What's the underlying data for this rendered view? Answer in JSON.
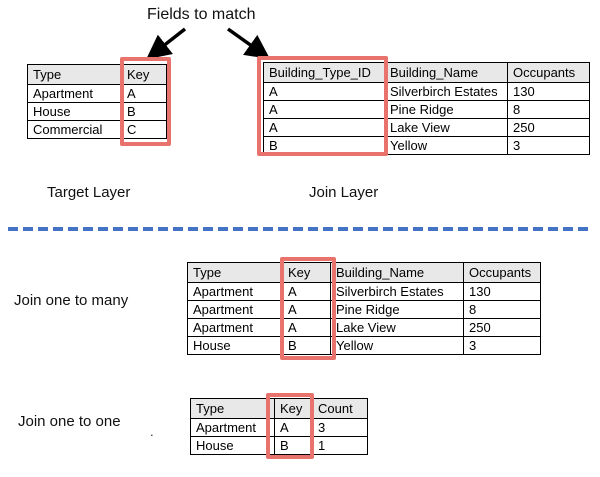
{
  "labels": {
    "fields_to_match": "Fields to match",
    "target_layer": "Target Layer",
    "join_layer": "Join Layer",
    "join_one_to_many": "Join one to many",
    "join_one_to_one": "Join one to one",
    "stray_mark": "."
  },
  "colors": {
    "highlight_red": "#e8736c",
    "header_gray": "#e8e8e8",
    "divider_blue": "#4472c4",
    "table_border": "#000000"
  },
  "tables": {
    "target": {
      "name": "Target Layer table",
      "headers": [
        "Type",
        "Key"
      ],
      "rows": [
        [
          "Apartment",
          "A"
        ],
        [
          "House",
          "B"
        ],
        [
          "Commercial",
          "C"
        ]
      ],
      "highlighted_column": "Key"
    },
    "join": {
      "name": "Join Layer table",
      "headers": [
        "Building_Type_ID",
        "Building_Name",
        "Occupants"
      ],
      "rows": [
        [
          "A",
          "Silverbirch Estates",
          "130"
        ],
        [
          "A",
          "Pine Ridge",
          "8"
        ],
        [
          "A",
          "Lake View",
          "250"
        ],
        [
          "B",
          "Yellow",
          "3"
        ]
      ],
      "highlighted_column": "Building_Type_ID"
    },
    "one_to_many": {
      "name": "Join one to many result table",
      "headers": [
        "Type",
        "Key",
        "Building_Name",
        "Occupants"
      ],
      "rows": [
        [
          "Apartment",
          "A",
          "Silverbirch Estates",
          "130"
        ],
        [
          "Apartment",
          "A",
          "Pine Ridge",
          "8"
        ],
        [
          "Apartment",
          "A",
          "Lake View",
          "250"
        ],
        [
          "House",
          "B",
          "Yellow",
          "3"
        ]
      ],
      "highlighted_column": "Key"
    },
    "one_to_one": {
      "name": "Join one to one result table",
      "headers": [
        "Type",
        "Key",
        "Count"
      ],
      "rows": [
        [
          "Apartment",
          "A",
          "3"
        ],
        [
          "House",
          "B",
          "1"
        ]
      ],
      "highlighted_column": "Key"
    }
  }
}
